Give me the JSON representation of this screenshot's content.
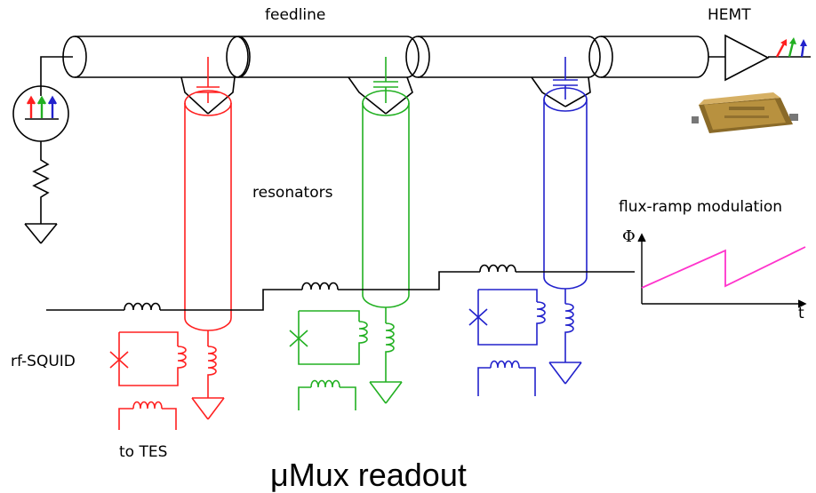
{
  "labels": {
    "feedline": "feedline",
    "hemt": "HEMT",
    "resonators": "resonators",
    "flux_ramp": "flux-ramp modulation",
    "rf_squid": "rf-SQUID",
    "to_tes": "to TES",
    "caption": "μMux readout",
    "phi_axis": "Φ",
    "t_axis": "t"
  },
  "colors": {
    "red": "#ff2020",
    "green": "#22b022",
    "blue": "#2222cc",
    "magenta": "#ff33cc",
    "black": "#000000",
    "hemt_body": "#b08a3a"
  },
  "icons": [
    "ground-icon",
    "resistor-icon",
    "source-icon",
    "amplifier-icon",
    "inductor-icon",
    "josephson-junction-icon",
    "capacitor-icon",
    "sawtooth-icon"
  ]
}
